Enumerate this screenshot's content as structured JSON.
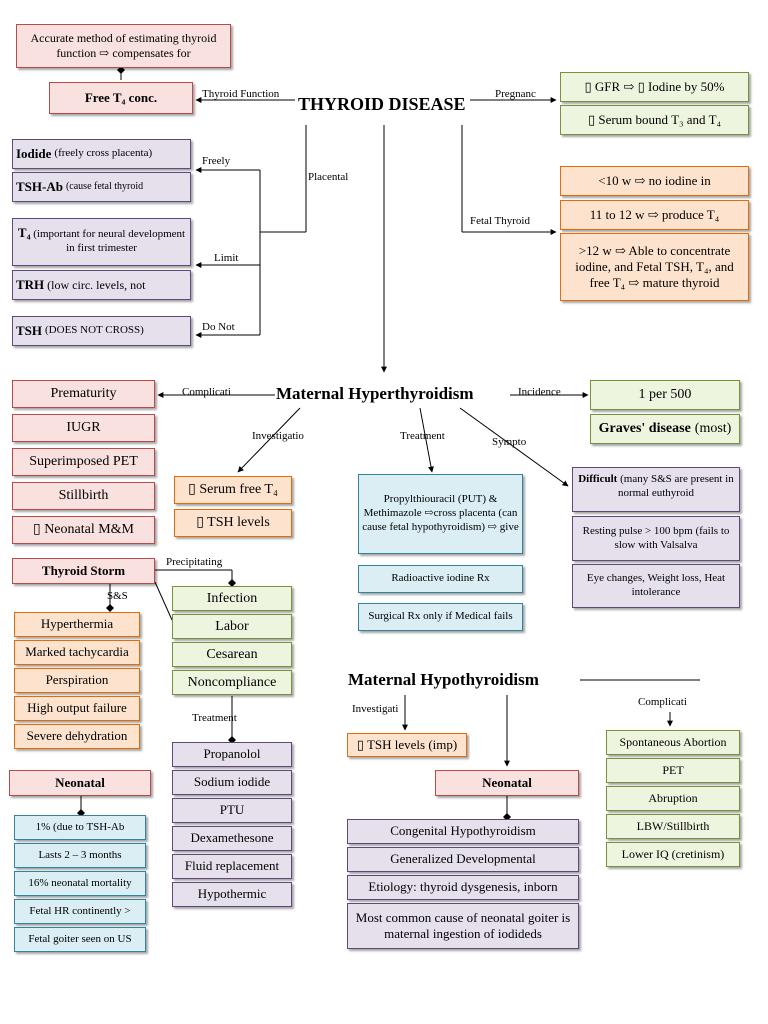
{
  "title": "THYROID DISEASE",
  "top_left": {
    "accurate": "Accurate method of estimating thyroid function ⇨ compensates for",
    "free_t4": "Free T₄ conc.",
    "thyroid_function_label": "Thyroid Function"
  },
  "pregnancy": {
    "label": "Pregnanc",
    "items": [
      "▯ GFR ⇨ ▯ Iodine by 50%",
      "▯ Serum bound T₃ and T₄"
    ]
  },
  "placental": {
    "label": "Placental",
    "freely_label": "Freely",
    "limit_label": "Limit",
    "donot_label": "Do Not",
    "iodide_bold": "Iodide",
    "iodide_rest": "(freely cross placenta)",
    "tshab_bold": "TSH-Ab",
    "tshab_rest": "(cause fetal thyroid",
    "t4_bold": "T₄",
    "t4_rest": "(important for neural development in first trimester",
    "trh_bold": "TRH",
    "trh_rest": "(low circ. levels, not",
    "tsh_bold": "TSH",
    "tsh_rest": "(DOES NOT CROSS)"
  },
  "fetal_thyroid": {
    "label": "Fetal Thyroid",
    "items": [
      "<10 w ⇨ no iodine in",
      "11 to 12 w ⇨ produce T₄",
      ">12 w ⇨ Able to concentrate iodine, and Fetal TSH, T₄, and free T₄ ⇨ mature thyroid"
    ]
  },
  "hyper": {
    "title": "Maternal Hyperthyroidism",
    "complications_label": "Complicati",
    "complications": [
      "Prematurity",
      "IUGR",
      "Superimposed PET",
      "Stillbirth",
      "▯ Neonatal M&M"
    ],
    "incidence_label": "Incidence",
    "incidence": "1 per 500",
    "graves_bold": "Graves' disease",
    "graves_rest": "(most)",
    "investigation_label": "Investigatio",
    "investigations": [
      "▯ Serum free T₄",
      "▯ TSH levels"
    ],
    "treatment_label": "Treatment",
    "treatments": [
      "Propylthiouracil (PUT) & Methimazole ⇨cross placenta (can cause fetal hypothyroidism) ⇨ give",
      "Radioactive iodine Rx",
      "Surgical Rx only if Medical fails"
    ],
    "symptoms_label": "Sympto",
    "difficult_bold": "Difficult",
    "difficult_rest": "(many S&S are present in normal euthyroid",
    "symptoms": [
      "Resting pulse > 100 bpm (fails to slow with Valsalva",
      "Eye changes, Weight loss, Heat intolerance"
    ]
  },
  "storm": {
    "title": "Thyroid Storm",
    "precipitating_label": "Precipitating",
    "precipitating": [
      "Infection",
      "Labor",
      "Cesarean",
      "Noncompliance"
    ],
    "ss_label": "S&S",
    "ss": [
      "Hyperthermia",
      "Marked tachycardia",
      "Perspiration",
      "High output failure",
      "Severe dehydration"
    ],
    "treatment_label": "Treatment",
    "treatments": [
      "Propanolol",
      "Sodium iodide",
      "PTU",
      "Dexamethesone",
      "Fluid replacement",
      "Hypothermic"
    ]
  },
  "neonatal_hyper": {
    "title": "Neonatal",
    "items": [
      "1% (due to TSH-Ab",
      "Lasts 2 – 3 months",
      "16% neonatal mortality",
      "Fetal HR continently >",
      "Fetal goiter seen on US"
    ]
  },
  "hypo": {
    "title": "Maternal Hypothyroidism",
    "investigation_label": "Investigati",
    "investigation": "▯ TSH levels (imp)",
    "neonatal_title": "Neonatal",
    "neonatal_items": [
      "Congenital Hypothyroidism",
      "Generalized Developmental",
      "Etiology: thyroid dysgenesis, inborn",
      "Most common cause of neonatal goiter is maternal ingestion of iodideds"
    ],
    "complications_label": "Complicati",
    "complications": [
      "Spontaneous Abortion",
      "PET",
      "Abruption",
      "LBW/Stillbirth",
      "Lower IQ (cretinism)"
    ]
  }
}
